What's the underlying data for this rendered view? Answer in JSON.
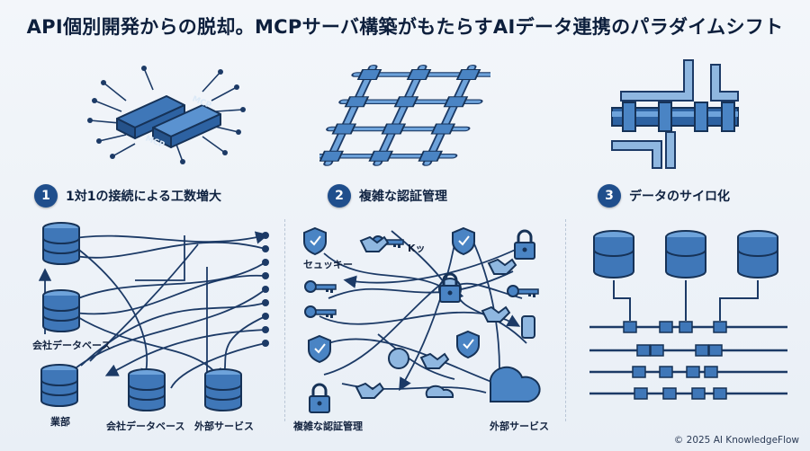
{
  "title": "API個別開発からの脱却。MCPサーバ構築がもたらすAIデータ連携のパラダイムシフト",
  "top_icons": {
    "chain_text_a": "MCP",
    "chain_text_b": "MCP"
  },
  "sections": [
    {
      "number": "1",
      "label": "1対1の接続による工数増大"
    },
    {
      "number": "2",
      "label": "複雑な認証管理"
    },
    {
      "number": "3",
      "label": "データのサイロ化"
    }
  ],
  "panel1": {
    "label_db_mid": "会社データベース",
    "label_bottom_left": "業部",
    "label_bottom_db": "会社データベース",
    "label_bottom_ext": "外部サービス"
  },
  "panel2": {
    "label_security": "セュッキー",
    "label_key": "Kッ",
    "label_auth": "複雑な認証管理",
    "label_ext": "外部サービス"
  },
  "copyright": "© 2025 AI KnowledgeFlow",
  "colors": {
    "accent": "#1f4e8c",
    "node": "#4a84c4",
    "light": "#8fb7e0",
    "line": "#1c3a66"
  }
}
